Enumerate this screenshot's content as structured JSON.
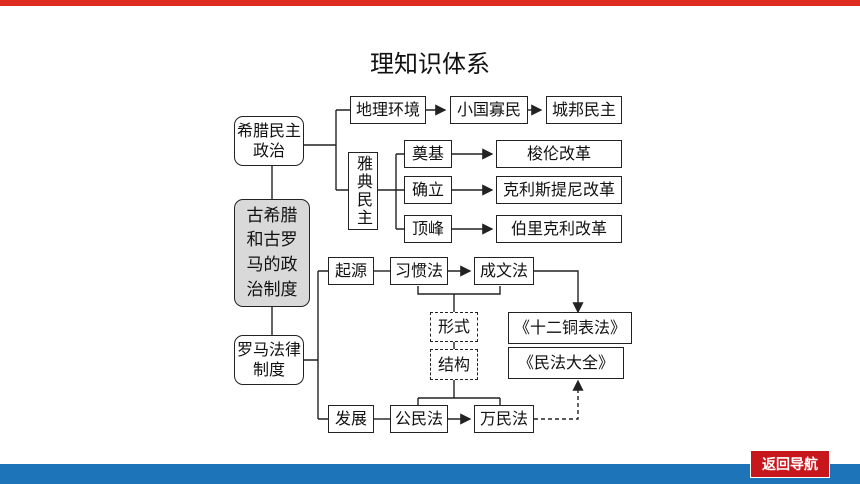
{
  "page": {
    "title": "理知识体系",
    "nav_button": "返回导航"
  },
  "colors": {
    "top_bar": "#e02b20",
    "bottom_bar": "#1d74b8",
    "nav_button": "#c8161d"
  },
  "diagram": {
    "greece": {
      "label": "希腊民主政治"
    },
    "geo": "地理环境",
    "small_state": "小国寡民",
    "city_state": "城邦民主",
    "athens": "雅典民主",
    "founding": "奠基",
    "solon": "梭伦改革",
    "establish": "确立",
    "cleisthenes": "克利斯提尼改革",
    "peak": "顶峰",
    "pericles": "伯里克利改革",
    "center": "古希腊和古罗马的政治制度",
    "roman_law": "罗马法律制度",
    "origin": "起源",
    "customary": "习惯法",
    "written": "成文法",
    "form": "形式",
    "structure": "结构",
    "twelve_tables": "《十二铜表法》",
    "civil_code": "《民法大全》",
    "development": "发展",
    "citizen_law": "公民法",
    "nations_law": "万民法"
  }
}
